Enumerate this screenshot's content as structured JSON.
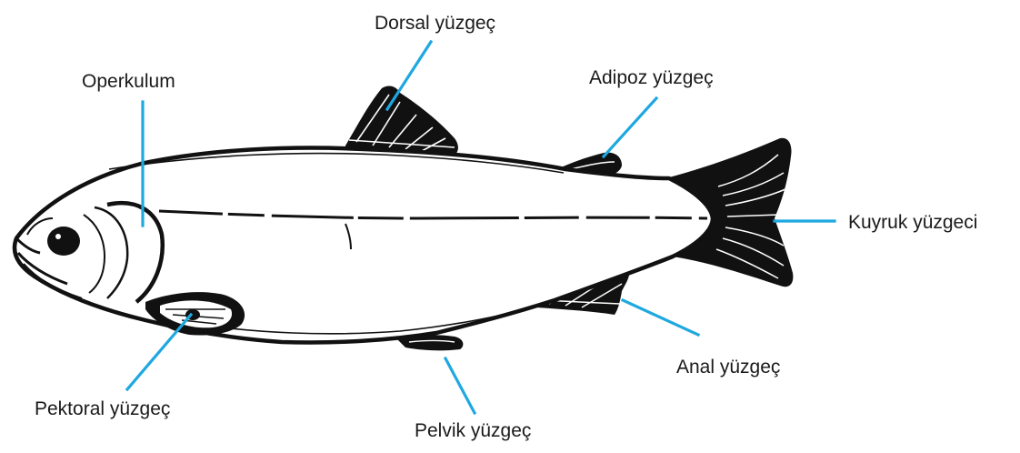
{
  "colors": {
    "leader": "#1fa8e0",
    "ink": "#111111",
    "background": "#ffffff"
  },
  "figure": {
    "subject": "fish-anatomy",
    "labels": {
      "dorsal": "Dorsal yüzgeç",
      "operculum": "Operkulum",
      "adipose": "Adipoz yüzgeç",
      "caudal": "Kuyruk yüzgeci",
      "anal": "Anal yüzgeç",
      "pectoral": "Pektoral yüzgeç",
      "pelvic": "Pelvik yüzgeç"
    }
  }
}
